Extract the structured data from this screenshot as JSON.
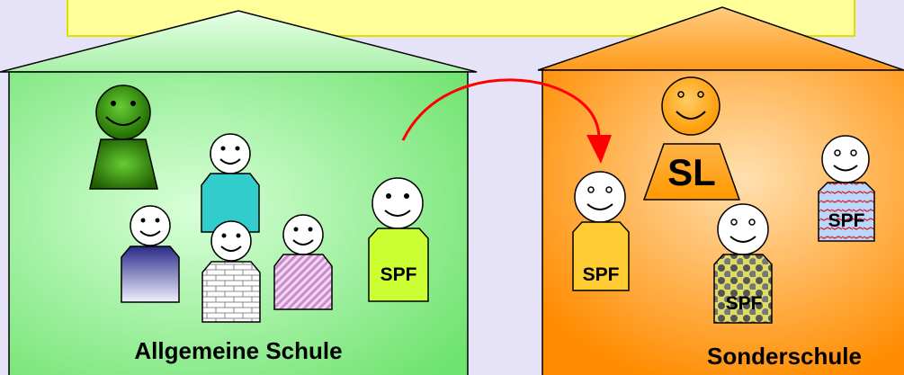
{
  "banner": {
    "text": ""
  },
  "left_house": {
    "caption": "Allgemeine Schule",
    "person_badge": "SPF"
  },
  "right_house": {
    "caption": "Sonderschule",
    "leader_label": "SL",
    "badges": [
      "SPF",
      "SPF",
      "SPF"
    ]
  },
  "colors": {
    "background": "#e6e2f7",
    "banner": "#ffff99",
    "left_house": "#7fe87f",
    "right_house": "#ff9900",
    "arrow": "#ff0000"
  }
}
